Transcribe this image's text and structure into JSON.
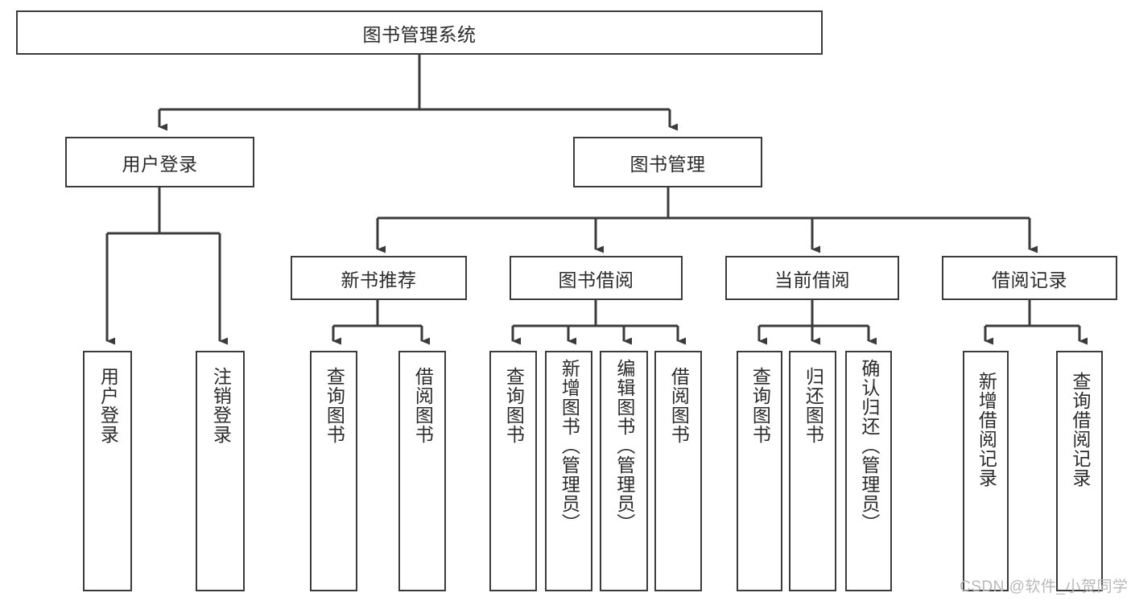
{
  "diagram": {
    "type": "hierarchy-tree",
    "title": "图书管理系统",
    "levels": 4,
    "nodes": {
      "root": {
        "label": "图书管理系统"
      },
      "level2": [
        {
          "id": "user-login",
          "label": "用户登录"
        },
        {
          "id": "book-manage",
          "label": "图书管理"
        }
      ],
      "level3": [
        {
          "id": "new-book-rec",
          "label": "新书推荐"
        },
        {
          "id": "book-borrow",
          "label": "图书借阅"
        },
        {
          "id": "current-borrow",
          "label": "当前借阅"
        },
        {
          "id": "borrow-record",
          "label": "借阅记录"
        }
      ],
      "leaves": {
        "user-login": [
          {
            "id": "leaf-user-login",
            "label": "用户登录"
          },
          {
            "id": "leaf-logout",
            "label": "注销登录"
          }
        ],
        "new-book-rec": [
          {
            "id": "leaf-query-book-1",
            "label": "查询图书"
          },
          {
            "id": "leaf-borrow-book-1",
            "label": "借阅图书"
          }
        ],
        "book-borrow": [
          {
            "id": "leaf-query-book-2",
            "label": "查询图书"
          },
          {
            "id": "leaf-add-book",
            "label": "新增图书（管理员）"
          },
          {
            "id": "leaf-edit-book",
            "label": "编辑图书（管理员）"
          },
          {
            "id": "leaf-borrow-book-2",
            "label": "借阅图书"
          }
        ],
        "current-borrow": [
          {
            "id": "leaf-query-book-3",
            "label": "查询图书"
          },
          {
            "id": "leaf-return-book",
            "label": "归还图书"
          },
          {
            "id": "leaf-confirm-return",
            "label": "确认归还（管理员）"
          }
        ],
        "borrow-record": [
          {
            "id": "leaf-add-record",
            "label": "新增借阅记录"
          },
          {
            "id": "leaf-query-record",
            "label": "查询借阅记录"
          }
        ]
      }
    },
    "colors": {
      "border": "#3b3b3b",
      "fill": "#ffffff",
      "text": "#2b2b2b",
      "connector": "#3b3b3b",
      "watermark": "#b9b9b9"
    }
  },
  "watermark": {
    "text": "CSDN @软件_小贺同学"
  }
}
